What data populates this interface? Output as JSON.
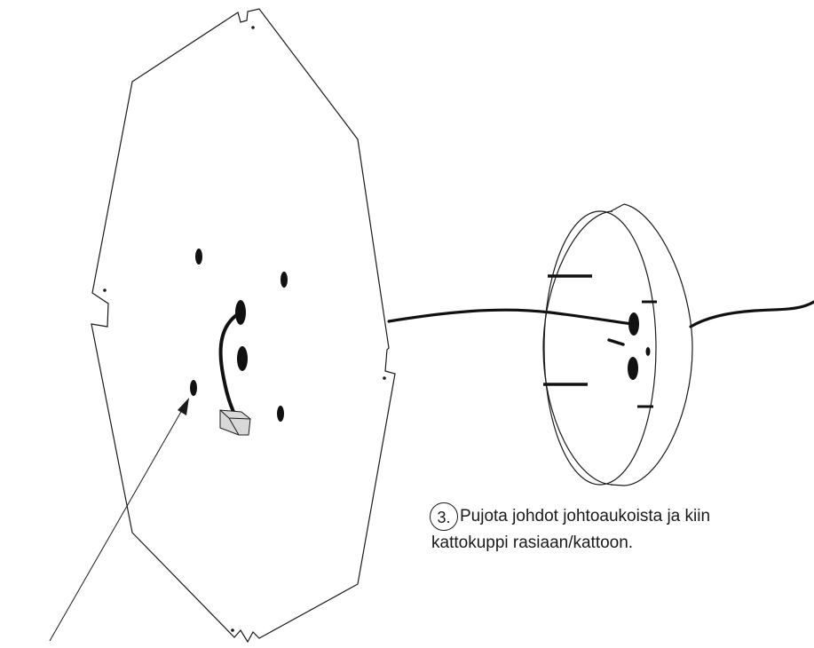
{
  "instruction": {
    "step_number": "3.",
    "text_line1": "Pujota johdot johtoaukoista ja kiin",
    "text_line2": "kattokuppi rasiaan/kattoon."
  },
  "colors": {
    "line": "#1a1a1a",
    "fill_dark": "#111111",
    "connector": "#d8d8d8"
  }
}
